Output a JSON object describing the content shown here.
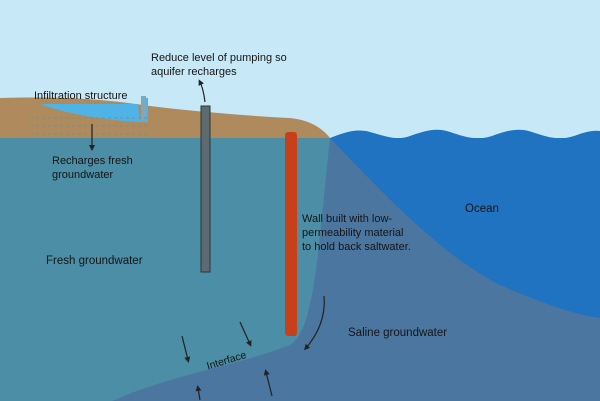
{
  "labels": {
    "pumping": "Reduce level of pumping so aquifer recharges",
    "infiltration": "Infiltration structure",
    "recharges": "Recharges fresh groundwater",
    "fresh_groundwater": "Fresh groundwater",
    "wall": "Wall built with low-permeability material to hold back saltwater.",
    "ocean": "Ocean",
    "saline_groundwater": "Saline groundwater",
    "interface": "Interface"
  },
  "colors": {
    "sky": "#c7e8f7",
    "land": "#ae8a5c",
    "fresh_groundwater": "#4b8ea6",
    "saline_groundwater": "#4b76a0",
    "ocean": "#1f73c1",
    "wall": "#c6411a",
    "well": "#5d6a70",
    "infiltration_water": "#4fb3e6"
  }
}
